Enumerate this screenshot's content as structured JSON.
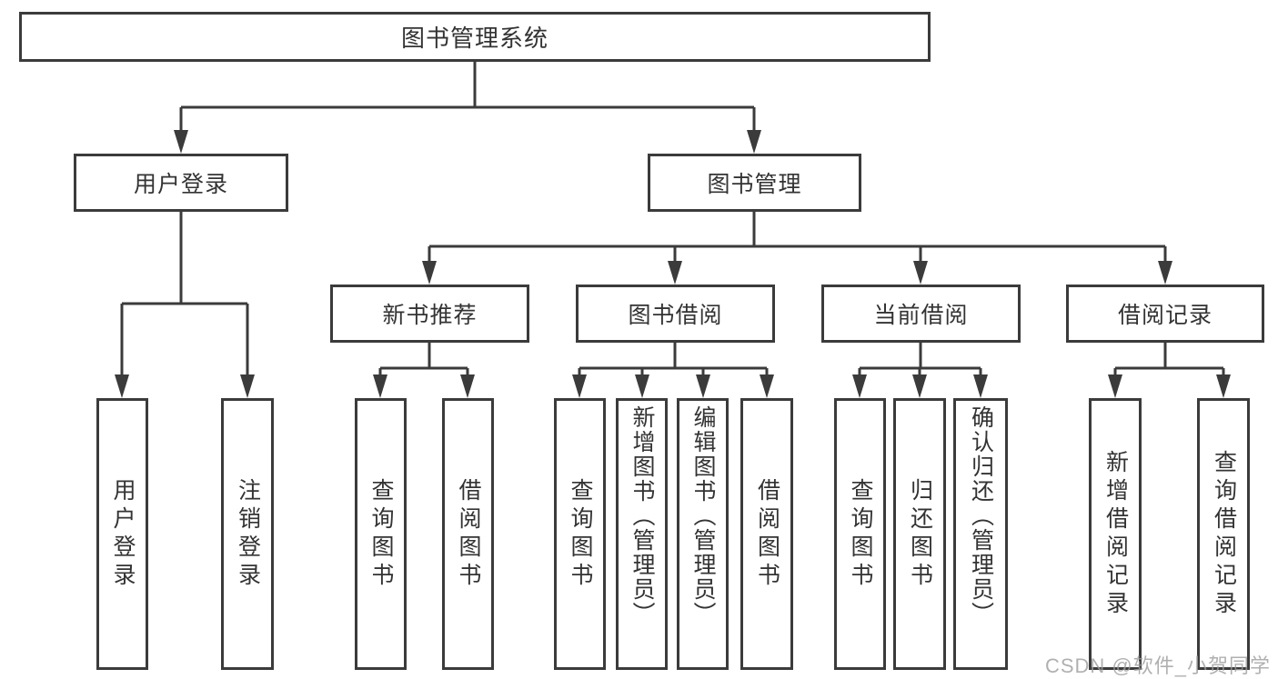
{
  "colors": {
    "line": "#3b3b3b",
    "text": "#333333",
    "box_bg": "#ffffff",
    "watermark": "#9d9d9d"
  },
  "root": {
    "label": "图书管理系统"
  },
  "branches": [
    {
      "label": "用户登录",
      "children": [
        {
          "label": "用户登录"
        },
        {
          "label": "注销登录"
        }
      ]
    },
    {
      "label": "图书管理",
      "children": [
        {
          "label": "新书推荐",
          "children": [
            {
              "label": "查询图书"
            },
            {
              "label": "借阅图书"
            }
          ]
        },
        {
          "label": "图书借阅",
          "children": [
            {
              "label": "查询图书"
            },
            {
              "label": "新增图书（管理员）"
            },
            {
              "label": "编辑图书（管理员）"
            },
            {
              "label": "借阅图书"
            }
          ]
        },
        {
          "label": "当前借阅",
          "children": [
            {
              "label": "查询图书"
            },
            {
              "label": "归还图书"
            },
            {
              "label": "确认归还（管理员）"
            }
          ]
        },
        {
          "label": "借阅记录",
          "children": [
            {
              "label": "新增借阅记录"
            },
            {
              "label": "查询借阅记录"
            }
          ]
        }
      ]
    }
  ],
  "watermark": "CSDN @软件_小贺同学"
}
